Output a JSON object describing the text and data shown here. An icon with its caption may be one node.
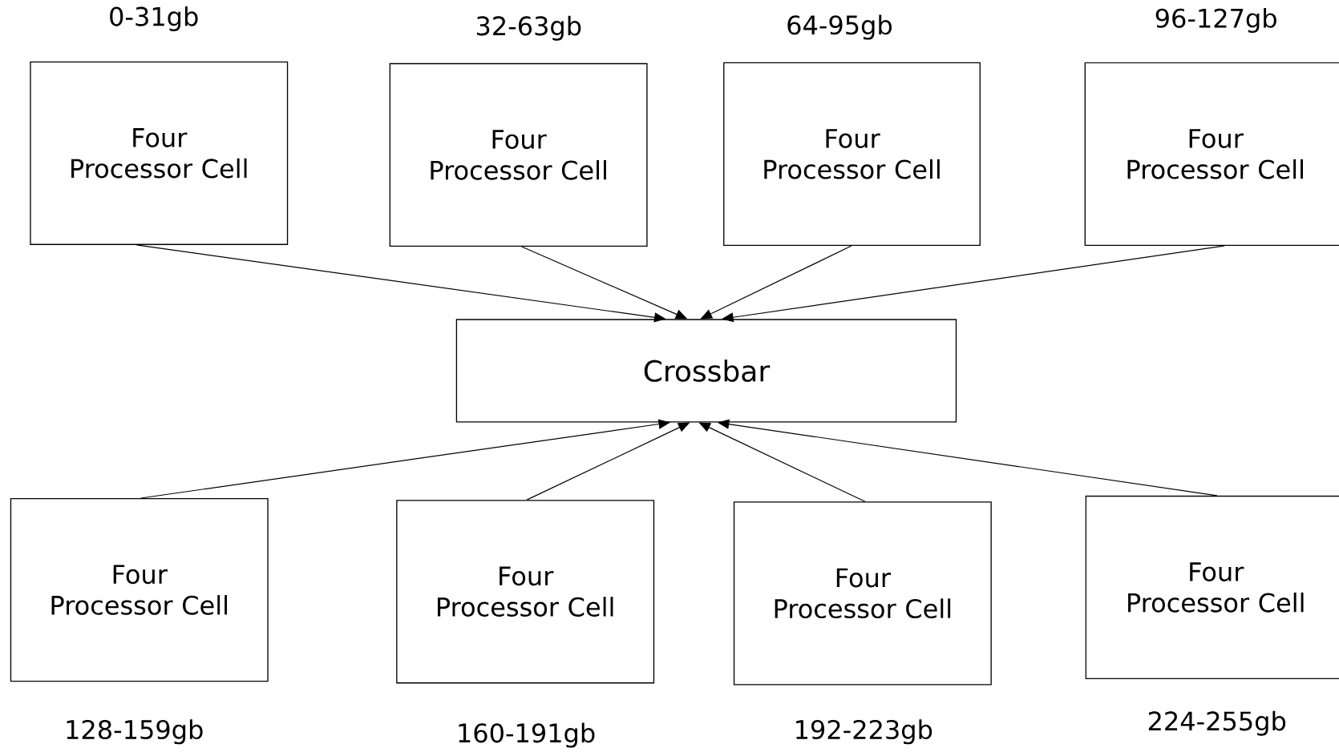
{
  "diagram": {
    "nodes": [
      {
        "text": [
          "Four Processor Cell"
        ],
        "beside": [
          "0-31gb"
        ]
      },
      {
        "text": [
          "Four Processor Cell"
        ],
        "beside": [
          "32-63gb"
        ]
      },
      {
        "text": [
          "Four Processor Cell"
        ],
        "beside": [
          "64-95gb"
        ]
      },
      {
        "text": [
          "Four Processor Cell"
        ],
        "beside": [
          "96-127gb"
        ]
      },
      {
        "text": [
          "Crossbar"
        ]
      },
      {
        "text": [
          "Four Processor Cell"
        ],
        "beside": [
          "128-159gb"
        ]
      },
      {
        "text": [
          "Four Processor Cell"
        ],
        "beside": [
          "160-191gb"
        ]
      },
      {
        "text": [
          "Four Processor Cell"
        ],
        "beside": [
          "192-223gb"
        ]
      },
      {
        "text": [
          "Four Processor Cell"
        ],
        "beside": [
          "224-255gb"
        ]
      }
    ],
    "edges": [
      {
        "from": 0,
        "to": 4,
        "arrow": "to"
      },
      {
        "from": 1,
        "to": 4,
        "arrow": "to"
      },
      {
        "from": 2,
        "to": 4,
        "arrow": "to"
      },
      {
        "from": 3,
        "to": 4,
        "arrow": "to"
      },
      {
        "from": 5,
        "to": 4,
        "arrow": "to"
      },
      {
        "from": 6,
        "to": 4,
        "arrow": "to"
      },
      {
        "from": 7,
        "to": 4,
        "arrow": "to"
      },
      {
        "from": 8,
        "to": 4,
        "arrow": "to"
      }
    ]
  }
}
